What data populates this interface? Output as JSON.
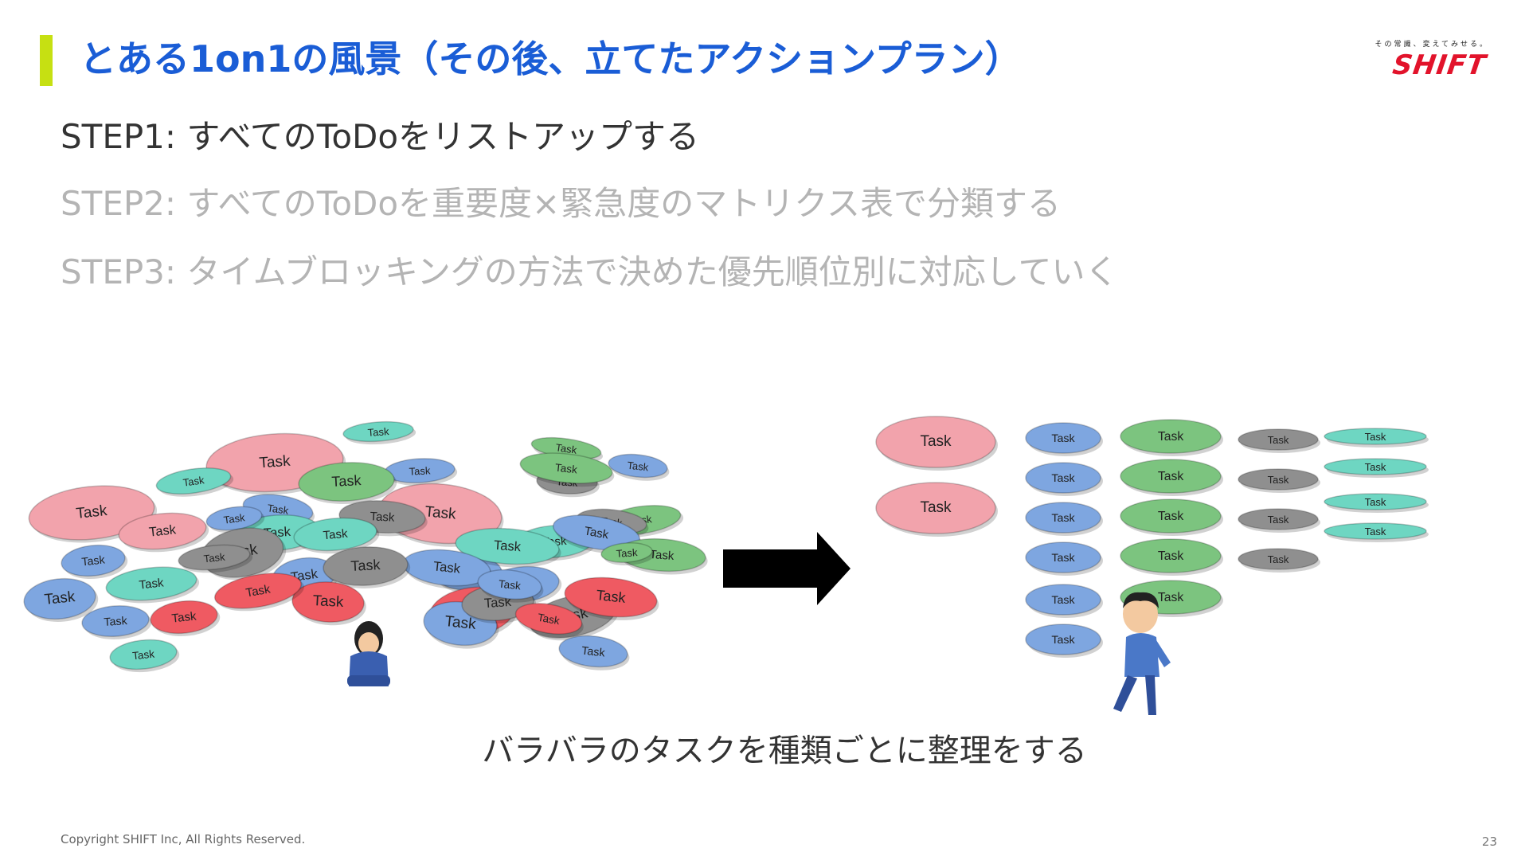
{
  "colors": {
    "accent_bar": "#c6e012",
    "title": "#1a5dd6",
    "active_step": "#333333",
    "inactive_step": "#b4b4b4",
    "logo_red": "#e2132b",
    "task_pink": "#f2a3ac",
    "task_red": "#ef5a62",
    "task_blue": "#7ea6e0",
    "task_green": "#7cc47f",
    "task_teal": "#6ed6c2",
    "task_gray": "#8f8f8f",
    "arrow": "#000000"
  },
  "slide": {
    "title": "とある1on1の風景（その後、立てたアクションプラン）",
    "logo": {
      "tagline": "その常識、変えてみせる。",
      "wordmark": "SHIFT"
    },
    "steps": [
      {
        "label": "STEP1:",
        "text": "すべてのToDoをリストアップする",
        "active": true
      },
      {
        "label": "STEP2:",
        "text": "すべてのToDoを重要度×緊急度のマトリクス表で分類する",
        "active": false
      },
      {
        "label": "STEP3:",
        "text": "タイムブロッキングの方法で決めた優先順位別に対応していく",
        "active": false
      }
    ],
    "caption": "バラバラのタスクを種類ごとに整理をする",
    "footer": "Copyright SHIFT Inc, All Rights Reserved.",
    "page_number": "23"
  },
  "illustration": {
    "task_label": "Task",
    "icons": [
      "person-sitting-icon",
      "arrow-right-icon",
      "person-walking-icon"
    ],
    "scattered_task_colors": [
      "pink",
      "teal",
      "pink",
      "blue",
      "teal",
      "green",
      "pink",
      "green",
      "gray",
      "blue",
      "pink",
      "teal",
      "blue",
      "teal",
      "blue",
      "green",
      "teal",
      "gray",
      "blue",
      "gray",
      "blue",
      "green",
      "teal",
      "gray",
      "blue",
      "blue",
      "teal",
      "gray",
      "blue",
      "green",
      "gray",
      "blue",
      "red",
      "red",
      "gray",
      "blue",
      "red",
      "blue",
      "blue",
      "red",
      "red",
      "gray",
      "red",
      "blue",
      "blue",
      "teal",
      "green"
    ],
    "sorted_groups": [
      {
        "color": "pink",
        "count": 2
      },
      {
        "color": "blue",
        "count": 6
      },
      {
        "color": "green",
        "count": 5
      },
      {
        "color": "gray",
        "count": 4
      },
      {
        "color": "teal",
        "count": 4
      }
    ]
  }
}
